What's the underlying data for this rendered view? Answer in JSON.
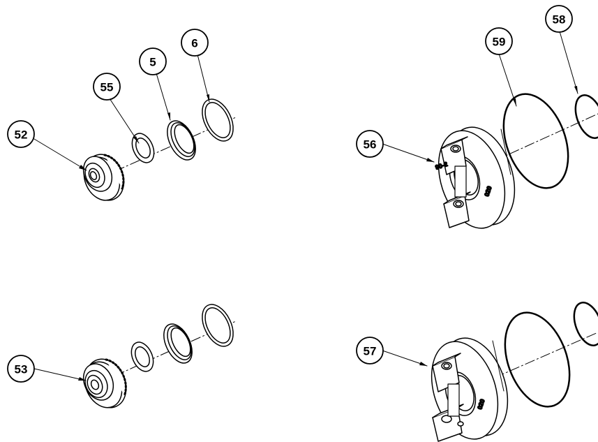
{
  "balloons": {
    "b52": "52",
    "b55": "55",
    "b5": "5",
    "b6": "6",
    "b56": "56",
    "b59": "59",
    "b58": "58",
    "b53": "53",
    "b57": "57"
  },
  "colors": {
    "line": "#000000",
    "background": "#ffffff"
  }
}
